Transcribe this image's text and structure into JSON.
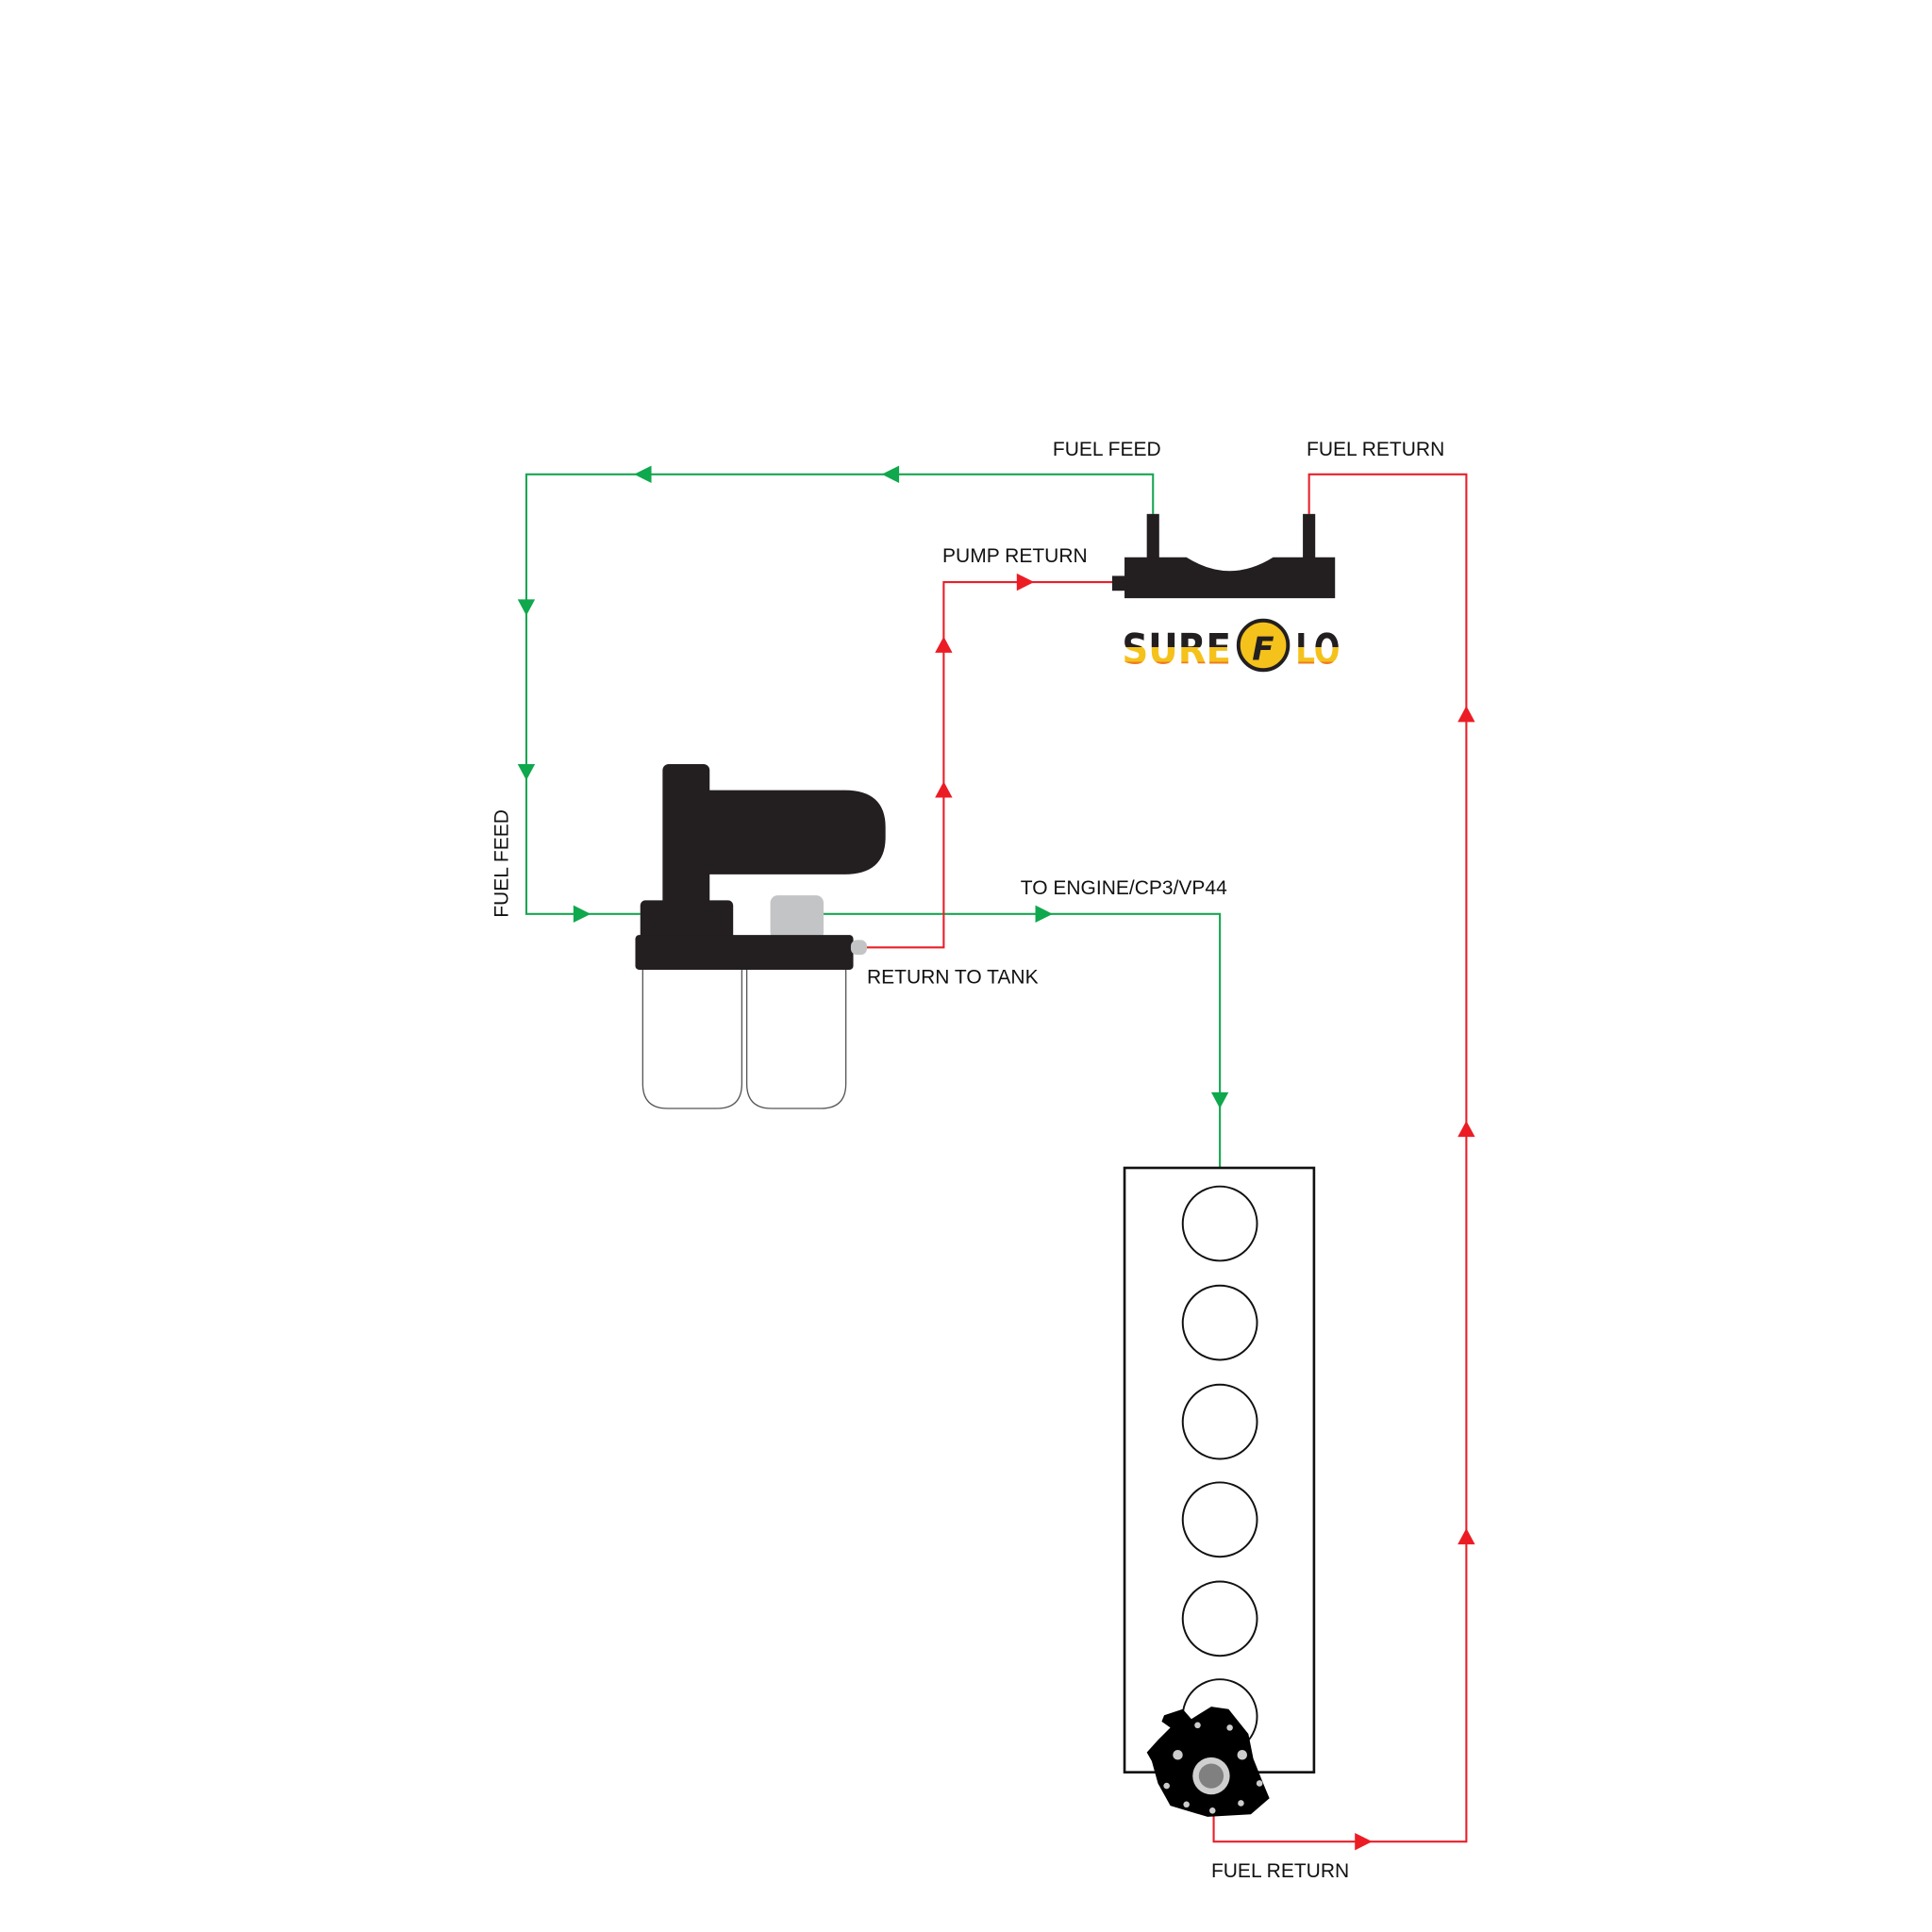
{
  "labels": {
    "top_fuel_feed": "FUEL FEED",
    "top_fuel_return": "FUEL RETURN",
    "pump_return": "PUMP RETURN",
    "to_engine": "TO ENGINE/CP3/VP44",
    "return_to_tank": "RETURN TO TANK",
    "side_fuel_feed": "FUEL FEED",
    "bottom_fuel_return": "FUEL RETURN"
  },
  "logo": {
    "text": "SUREFLO"
  },
  "colors": {
    "feed": "#1aa653",
    "return": "#e8202a",
    "component": "#231f20"
  }
}
